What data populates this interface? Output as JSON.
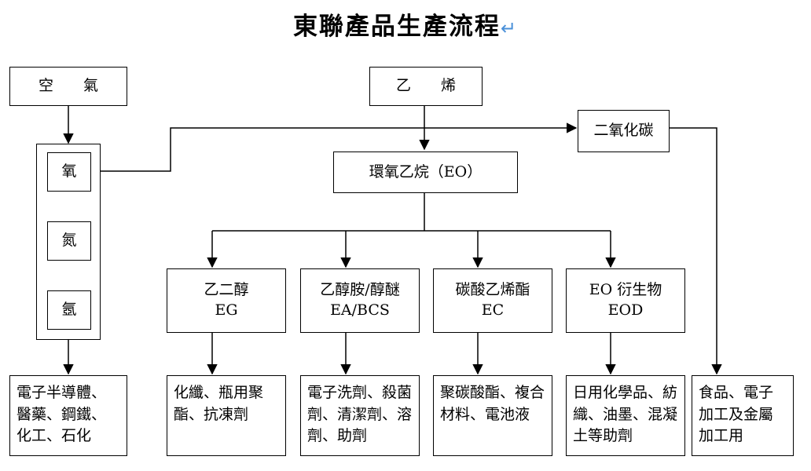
{
  "title": "東聯產品生產流程",
  "title_mark": "↵",
  "sources": {
    "air": "空　　氣",
    "ethylene": "乙　　烯"
  },
  "air_components": [
    "氧",
    "氮",
    "氬"
  ],
  "co2": "二氧化碳",
  "eo": "環氧乙烷（EO）",
  "products": [
    {
      "line1": "乙二醇",
      "line2": "EG"
    },
    {
      "line1": "乙醇胺/醇醚",
      "line2": "EA/BCS"
    },
    {
      "line1": "碳酸乙烯酯",
      "line2": "EC"
    },
    {
      "line1": "EO 衍生物",
      "line2": "EOD"
    }
  ],
  "applications": {
    "air_gases": "電子半導體、醫藥、鋼鐵、化工、石化",
    "eg": "化纖、瓶用聚酯、抗凍劑",
    "ea_bcs": "電子洗劑、殺菌劑、清潔劑、溶劑、助劑",
    "ec": "聚碳酸酯、複合材料、電池液",
    "eod": "日用化學品、紡織、油墨、混凝土等助劑",
    "co2": "食品、電子加工及金屬加工用"
  }
}
